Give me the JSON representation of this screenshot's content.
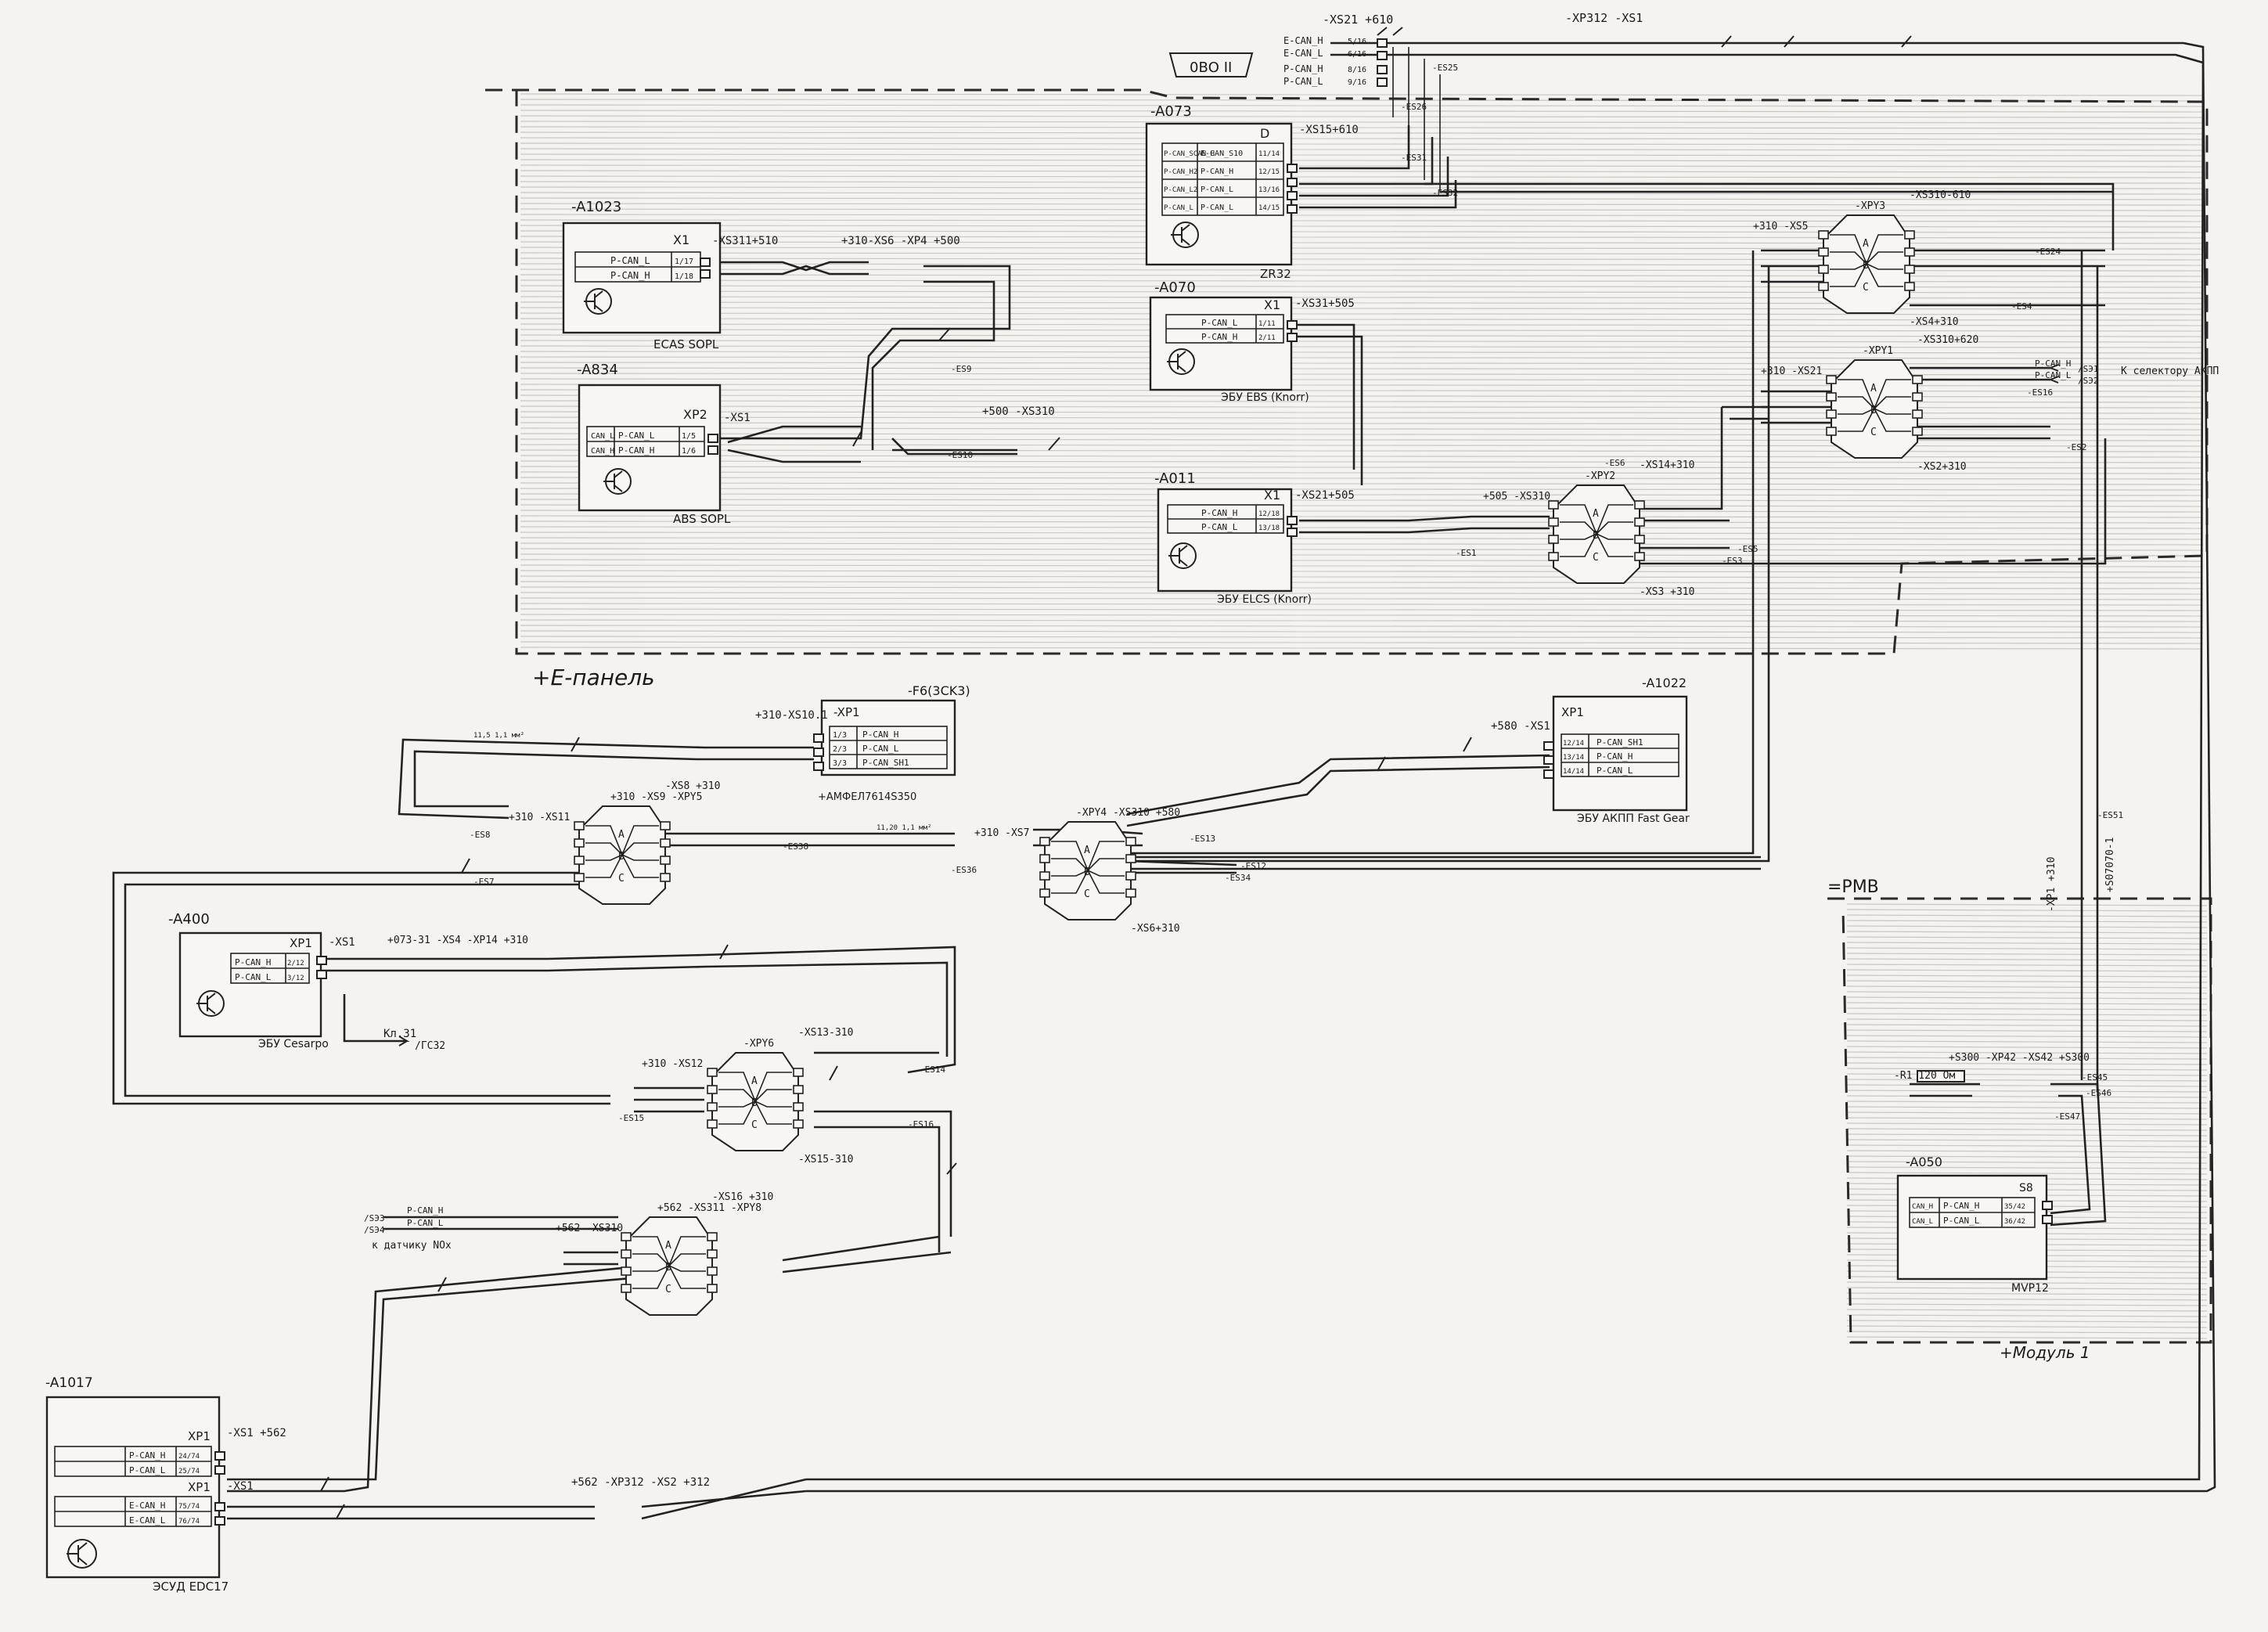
{
  "sheet_tab": "0ВО ІІ",
  "zones": {
    "e_panel": "+E-панель",
    "pmb": "=PMB",
    "module": "+Модуль 1"
  },
  "units": {
    "a1023": {
      "id": "-A1023",
      "title": "ECAS SOPL",
      "plug": "X1",
      "pins": [
        [
          "P-CAN_L",
          "1/17"
        ],
        [
          "P-CAN_H",
          "1/18"
        ]
      ]
    },
    "a834": {
      "id": "-A834",
      "title": "ABS SOPL",
      "plug": "XP2",
      "pins": [
        [
          "CAN_L",
          "P-CAN_L",
          "1/5"
        ],
        [
          "CAN_H",
          "P-CAN_H",
          "1/6"
        ]
      ]
    },
    "a073": {
      "id": "-A073",
      "title": "ZR32",
      "plug": "D",
      "pins": [
        [
          "P-CAN_SCAN_H",
          "E-CAN_S10",
          "11/14"
        ],
        [
          "P-CAN_H2",
          "P-CAN_H",
          "12/15"
        ],
        [
          "P-CAN_L2",
          "P-CAN_L",
          "13/16"
        ],
        [
          "P-CAN_L",
          "P-CAN_L",
          "14/15"
        ]
      ]
    },
    "a070": {
      "id": "-A070",
      "title": "ЭБУ EBS (Knorr)",
      "plug": "X1",
      "pins": [
        [
          "P-CAN_L",
          "1/11"
        ],
        [
          "P-CAN_H",
          "2/11"
        ]
      ]
    },
    "a011": {
      "id": "-A011",
      "title": "ЭБУ ELCS (Knorr)",
      "plug": "X1",
      "pins": [
        [
          "P-CAN_H",
          "12/18"
        ],
        [
          "P-CAN_L",
          "13/18"
        ]
      ]
    },
    "a1022": {
      "id": "-A1022",
      "title": "ЭБУ АКПП Fast Gear",
      "plug": "XP1",
      "pins": [
        [
          "P-CAN_SH1",
          "12/14"
        ],
        [
          "P-CAN_H",
          "13/14"
        ],
        [
          "P-CAN_L",
          "14/14"
        ]
      ]
    },
    "f6": {
      "id": "-F6(3CK3)",
      "title": "+АМФЕЛ7614S350",
      "plug": "-XP1",
      "pins": [
        [
          "P-CAN_H",
          "1/3"
        ],
        [
          "P-CAN_L",
          "2/3"
        ],
        [
          "P-CAN_SH1",
          "3/3"
        ]
      ]
    },
    "a400": {
      "id": "-A400",
      "title": "ЭБУ Cesarpo",
      "plug": "XP1",
      "pins": [
        [
          "P-CAN_H",
          "2/12"
        ],
        [
          "P-CAN_L",
          "3/12"
        ]
      ]
    },
    "a050": {
      "id": "-A050",
      "title": "MVP12",
      "plug": "S8",
      "pins": [
        [
          "CAN_H",
          "P-CAN_H",
          "35/42"
        ],
        [
          "CAN_L",
          "P-CAN_L",
          "36/42"
        ]
      ]
    },
    "a1017": {
      "id": "-A1017",
      "title": "ЭСУД EDC17",
      "plug": "XP1",
      "pins": [
        [
          "P-CAN_H",
          "24/74"
        ],
        [
          "P-CAN_L",
          "25/74"
        ]
      ],
      "plug2": "XP1",
      "pins2": [
        [
          "E-CAN_H",
          "75/74"
        ],
        [
          "E-CAN_L",
          "76/74"
        ]
      ]
    }
  },
  "junctions": {
    "xpy3": {
      "id": "-XPY3",
      "top": "-XS310-610",
      "left": "+310 -XS5",
      "bottom": "-XS4+310"
    },
    "xpy1": {
      "id": "-XPY1",
      "top": "-XS310+620",
      "left": "+310 -XS21",
      "bottom": "-XS2+310"
    },
    "xpy2": {
      "id": "-XPY2",
      "top": "-XS14+310",
      "left": "+505 -XS310",
      "bottom": "-XS3 +310"
    },
    "xpy5": {
      "id": "+310 -XS9 -XPY5",
      "top": "-XS8 +310",
      "left": "+310 -XS11",
      "bottom": ""
    },
    "xpy4": {
      "id": "-XPY4 -XS310 +580",
      "top": "",
      "left": "+310 -XS7",
      "bottom": "-XS6+310"
    },
    "xpy6": {
      "id": "-XPY6",
      "top": "-XS13-310",
      "left": "+310 -XS12",
      "bottom": "-XS15-310"
    },
    "xpy8": {
      "id": "+562 -XS311 -XPY8",
      "top": "-XS16 +310",
      "left": "+562 -XS310",
      "bottom": ""
    }
  },
  "labels": {
    "top_conn_a": "-XS21 +610",
    "top_conn_b": "-XP312 -XS1",
    "top_signals": [
      "E-CAN_H",
      "E-CAN_L",
      "P-CAN_H",
      "P-CAN_L"
    ],
    "top_pins": [
      "5/16",
      "6/16",
      "8/16",
      "9/16"
    ],
    "conn_xs15": "-XS15+610",
    "conn_xs311": "-XS311+510",
    "conn_xs10": "+310-XS6 -XP4 +500",
    "conn_xs1_a834": "-XS1",
    "conn_500": "+500 -XS310",
    "conn_xs31": "-XS31+505",
    "conn_xs21": "-XS21+505",
    "conn_f6": "+310-XS10.1",
    "conn_a1022": "+580 -XS1",
    "conn_a400_a": "-XS1",
    "conn_a400_b": "+073-31 -XS4 -XP14 +310",
    "kl31": "Кл.31",
    "ground": "/ГС32",
    "k_selector": "К селектору АКПП",
    "k_selector_pins": [
      "/SЭ1",
      "/SЭ2"
    ],
    "sel_signals": [
      "P-CAN_H",
      "P-CAN_L"
    ],
    "k_datchik": "к датчику NOx",
    "datchik_pins": [
      "/SЭ3",
      "/SЭ4"
    ],
    "datchik_signals": [
      "P-CAN_H",
      "P-CAN_L"
    ],
    "pmb_conn": "-XP1 +310",
    "pmb_conn2": "+S07070-1",
    "pmb_res": "+S300 -XP42 -XS42 +S300",
    "resistor": "-R1 120 Ом",
    "edc_conn1": "-XS1 +562",
    "edc_conn2": "-XS1",
    "edc_bottom": "+562 -XP312 -XS2 +312",
    "wire_spec": "11,5 1,1 мм²",
    "wire_spec2": "11,20 1,1 мм²"
  },
  "shields": [
    "-ES26",
    "-ES25",
    "-ES31",
    "-ES32",
    "-ES24",
    "-ES4",
    "-ES16",
    "-ES2",
    "-ES5",
    "-ES3",
    "-ES1",
    "-ES6",
    "-ES10",
    "-ES9",
    "-ES8",
    "-ES7",
    "-ES38",
    "-ES36",
    "-ES34",
    "-ES12",
    "-ES13",
    "-ES15",
    "-ES14",
    "-ES16",
    "-ES45",
    "-ES46",
    "-ES47",
    "-ES51"
  ]
}
